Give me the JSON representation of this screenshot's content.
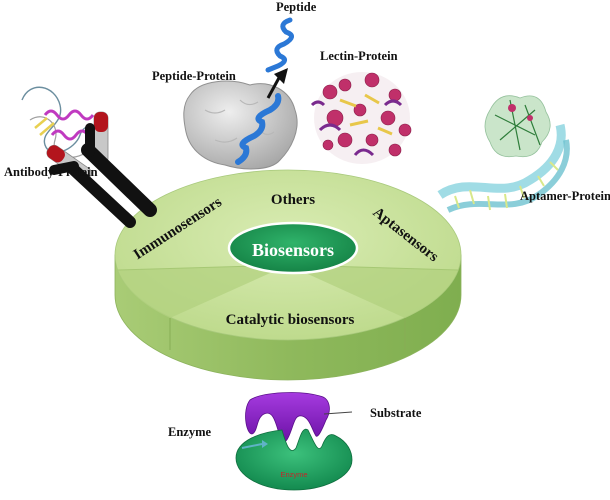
{
  "center": {
    "label": "Biosensors"
  },
  "sectors": {
    "others": "Others",
    "immunosensors": "Immunosensors",
    "aptasensors": "Aptasensors",
    "catalytic": "Catalytic biosensors"
  },
  "proteins": {
    "peptide": "Peptide",
    "peptide_protein": "Peptide-Protein",
    "lectin_protein": "Lectin-Protein",
    "antibody_protein": "Antibody-Protein",
    "aptamer_protein": "Aptamer-Protein"
  },
  "enzyme_panel": {
    "enzyme_label": "Enzyme",
    "substrate_label": "Substrate",
    "enzyme_inner_label": "Enzyme"
  },
  "colors": {
    "disc_top": "#c8e19a",
    "disc_side": "#9fc46a",
    "center_green": "#1f9a55",
    "enzyme_green": "#22a865",
    "substrate_purple": "#8a22c8",
    "antibody_black": "#111111",
    "antibody_red": "#b3151d",
    "helix_blue": "#2b78d6"
  }
}
